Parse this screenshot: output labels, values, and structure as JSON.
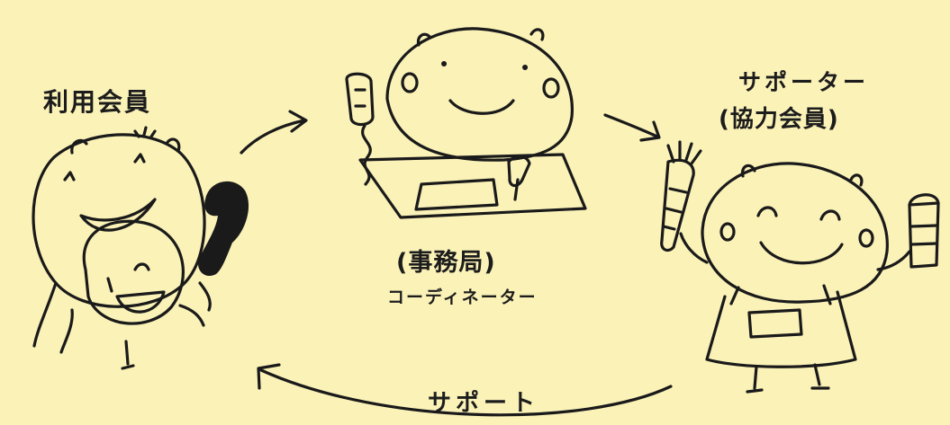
{
  "labels": {
    "user_member": "利用会員",
    "supporter": "サポーター",
    "cooperating_member": "(協力会員)",
    "office": "(事務局)",
    "coordinator": "コーディネーター",
    "support": "サポート"
  }
}
